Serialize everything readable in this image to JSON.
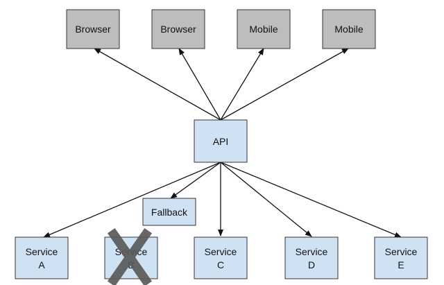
{
  "nodes": {
    "clients": [
      {
        "label": "Browser",
        "fill": "#bdbdbd"
      },
      {
        "label": "Browser",
        "fill": "#bdbdbd"
      },
      {
        "label": "Mobile",
        "fill": "#bdbdbd"
      },
      {
        "label": "Mobile",
        "fill": "#bdbdbd"
      }
    ],
    "api": {
      "label": "API",
      "fill": "#cfe2f3"
    },
    "fallback": {
      "label": "Fallback",
      "fill": "#cfe2f3"
    },
    "services": [
      {
        "line1": "Service",
        "line2": "A",
        "failed": false
      },
      {
        "line1": "Service",
        "line2": "B",
        "failed": true
      },
      {
        "line1": "Service",
        "line2": "C",
        "failed": false
      },
      {
        "line1": "Service",
        "line2": "D",
        "failed": false
      },
      {
        "line1": "Service",
        "line2": "E",
        "failed": false
      }
    ]
  },
  "colors": {
    "client_fill": "#bdbdbd",
    "service_fill": "#cfe2f3",
    "border": "#333333",
    "arrow": "#111111",
    "failure_mark": "#5a5a5a"
  },
  "icons": {
    "failure": "x-mark-icon"
  }
}
